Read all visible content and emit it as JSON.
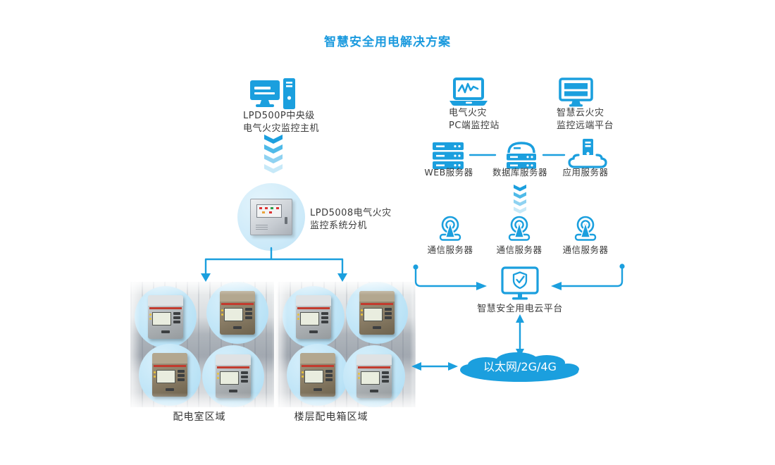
{
  "title": "智慧安全用电解决方案",
  "colors": {
    "primary": "#1b9fde",
    "title_text": "#1b9ade",
    "label_text": "#3b3b3b",
    "circle_bg": "#cdeaf9",
    "cloud_text": "#ffffff",
    "chevron_fade": [
      "#1b9fde",
      "#4fbae8",
      "#8fd2f1",
      "#c7e9f8"
    ]
  },
  "nodes": {
    "central_host": {
      "line1": "LPD500P中央级",
      "line2": "电气火灾监控主机",
      "icon": "desktop-computer-icon"
    },
    "branch_unit": {
      "line1": "LPD5008电气火灾",
      "line2": "监控系统分机",
      "icon": "control-cabinet-photo"
    },
    "pc_station": {
      "line1": "电气火灾",
      "line2": "PC端监控站",
      "icon": "laptop-waveform-icon"
    },
    "cloud_remote": {
      "line1": "智慧云火灾",
      "line2": "监控远端平台",
      "icon": "monitor-screen-icon"
    },
    "web_server": {
      "label": "WEB服务器",
      "icon": "server-rack-icon"
    },
    "db_server": {
      "label": "数据库服务器",
      "icon": "database-server-icon"
    },
    "app_server": {
      "label": "应用服务器",
      "icon": "cloud-tower-server-icon"
    },
    "comm_servers": [
      {
        "label": "通信服务器",
        "icon": "antenna-icon"
      },
      {
        "label": "通信服务器",
        "icon": "antenna-icon"
      },
      {
        "label": "通信服务器",
        "icon": "antenna-icon"
      }
    ],
    "cloud_platform": {
      "label": "智慧安全用电云平台",
      "icon": "shield-monitor-icon"
    },
    "network_cloud": {
      "label": "以太网/2G/4G",
      "icon": "cloud-shape"
    },
    "zone_left": {
      "label": "配电室区域"
    },
    "zone_right": {
      "label": "楼层配电箱区域"
    }
  }
}
